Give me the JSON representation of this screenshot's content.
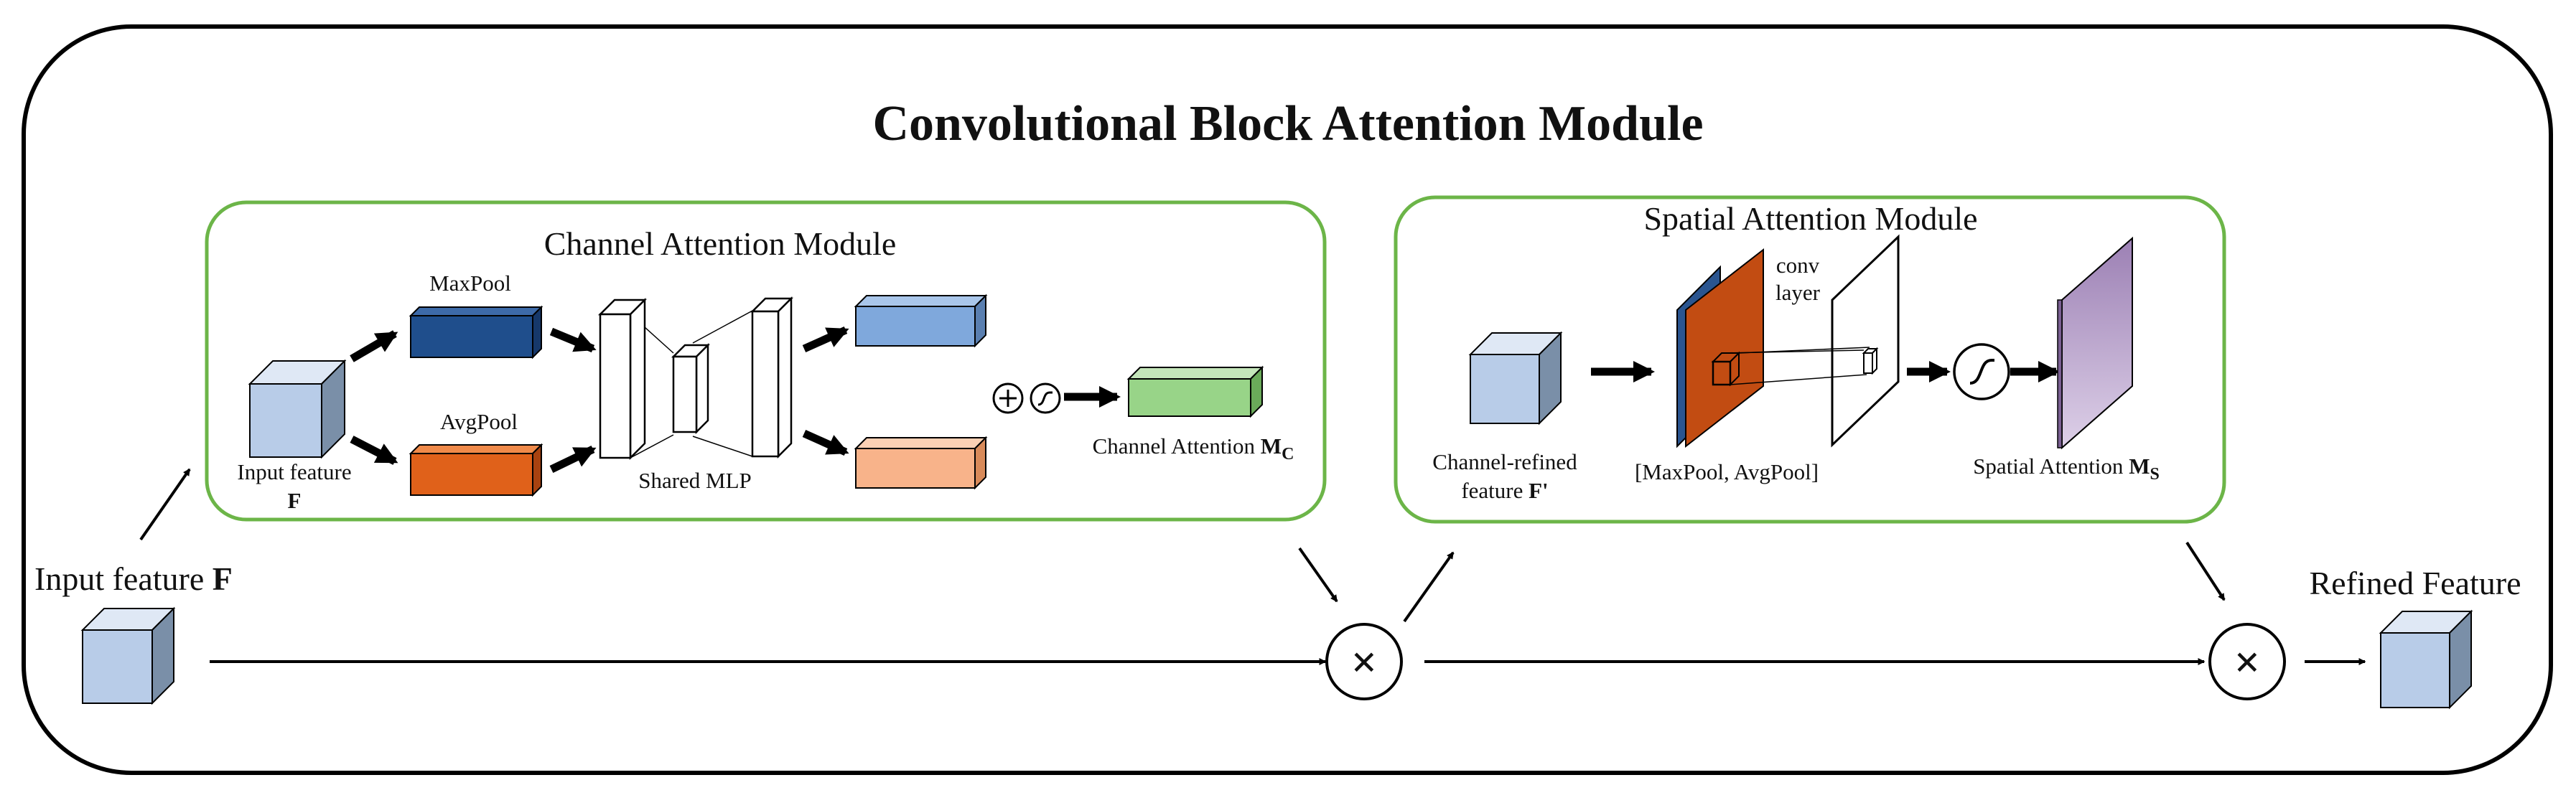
{
  "title": "Convolutional Block Attention Module",
  "channel_module": {
    "title": "Channel Attention Module",
    "maxpool_label": "MaxPool",
    "avgpool_label": "AvgPool",
    "input_label_line1": "Input feature",
    "input_label_line2": "F",
    "mlp_label": "Shared MLP",
    "output_label": "Channel Attention ",
    "output_symbol": "M",
    "output_subscript": "C"
  },
  "spatial_module": {
    "title": "Spatial Attention Module",
    "input_label_line1": "Channel-refined",
    "input_label_line2": "feature ",
    "input_label_symbol": "F'",
    "pool_label": "[MaxPool, AvgPool]",
    "conv_label_line1": "conv",
    "conv_label_line2": "layer",
    "output_label": "Spatial Attention ",
    "output_symbol": "M",
    "output_subscript": "S"
  },
  "main_input_label": "Input feature ",
  "main_input_symbol": "F",
  "refined_label": "Refined Feature",
  "multiply_symbol": "×",
  "colors": {
    "module_border": "#6cb548",
    "cube_front": "#b8cce8",
    "cube_top": "#dfe8f5",
    "cube_side": "#7a8fa8",
    "maxpool": "#1f4e8c",
    "avgpool": "#e0611a",
    "channel_out_blue": "#7fa8dc",
    "channel_out_orange": "#f8b38a",
    "channel_attention": "#98d488",
    "spatial_attention": "#b49cc8",
    "pool_map": "#c24c12"
  }
}
